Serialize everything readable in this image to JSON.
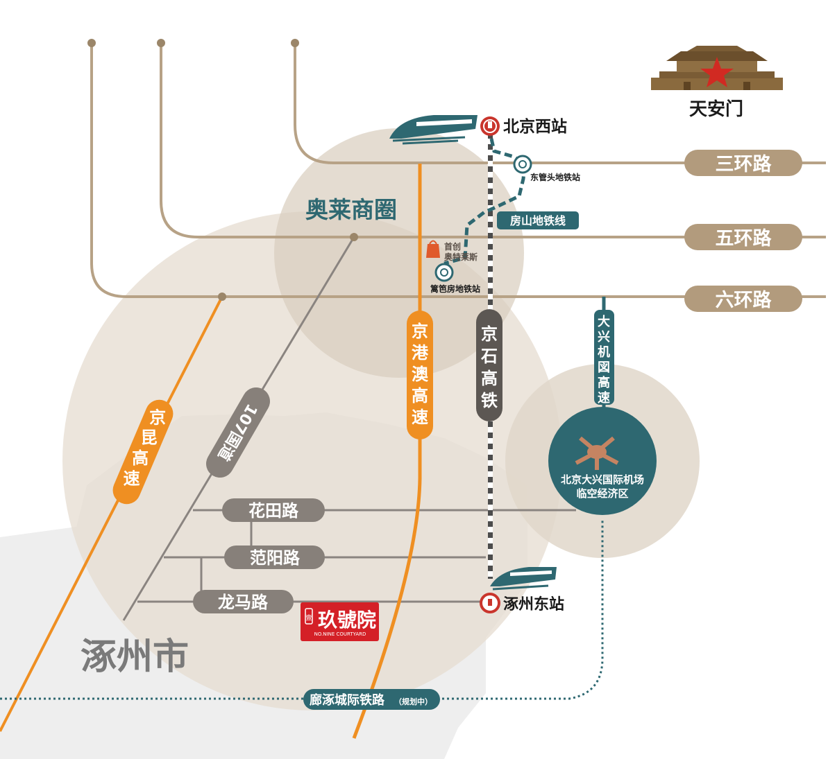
{
  "landmark": {
    "name": "天安门",
    "icon": "tiananmen-icon"
  },
  "stations": {
    "beijing_west": "北京西站",
    "zhuozhou_east": "涿州东站",
    "dongguantou": "东管头地铁站",
    "libafang": "篱笆房地铁站"
  },
  "ring_roads": {
    "third": "三环路",
    "fifth": "五环路",
    "sixth": "六环路"
  },
  "metro_line": "房山地铁线",
  "outlets": {
    "area": "奥莱商圈",
    "line1": "首创",
    "line2": "奥特莱斯"
  },
  "highways": {
    "gangao": [
      "京",
      "港",
      "澳",
      "高",
      "速"
    ],
    "jingshi": [
      "京",
      "石",
      "高",
      "铁"
    ],
    "jingkun": [
      "京",
      "昆",
      "高",
      "速"
    ],
    "g107": "107国道",
    "daxing": [
      "大",
      "兴",
      "机",
      "図",
      "高",
      "速"
    ]
  },
  "airport": {
    "line1": "北京大兴国际机场",
    "line2": "临空经济区"
  },
  "local_roads": {
    "huatian": "花田路",
    "fanyang": "范阳路",
    "longma": "龙马路"
  },
  "project": {
    "name": "玖號院",
    "subtitle": "NO.NINE COURTYARD",
    "marker": "壹"
  },
  "city": "涿州市",
  "intercity": {
    "name": "廊涿城际铁路",
    "note": "（规划中）"
  },
  "colors": {
    "road_tan": "#b7a286",
    "label_tan": "#b29b7d",
    "teal": "#2e6871",
    "orange": "#ef8f22",
    "gray": "#87807a",
    "dark_gray": "#5c5753",
    "rail_red": "#c9352c",
    "project_red": "#d42027",
    "circle_beige": "#e7ded2"
  }
}
